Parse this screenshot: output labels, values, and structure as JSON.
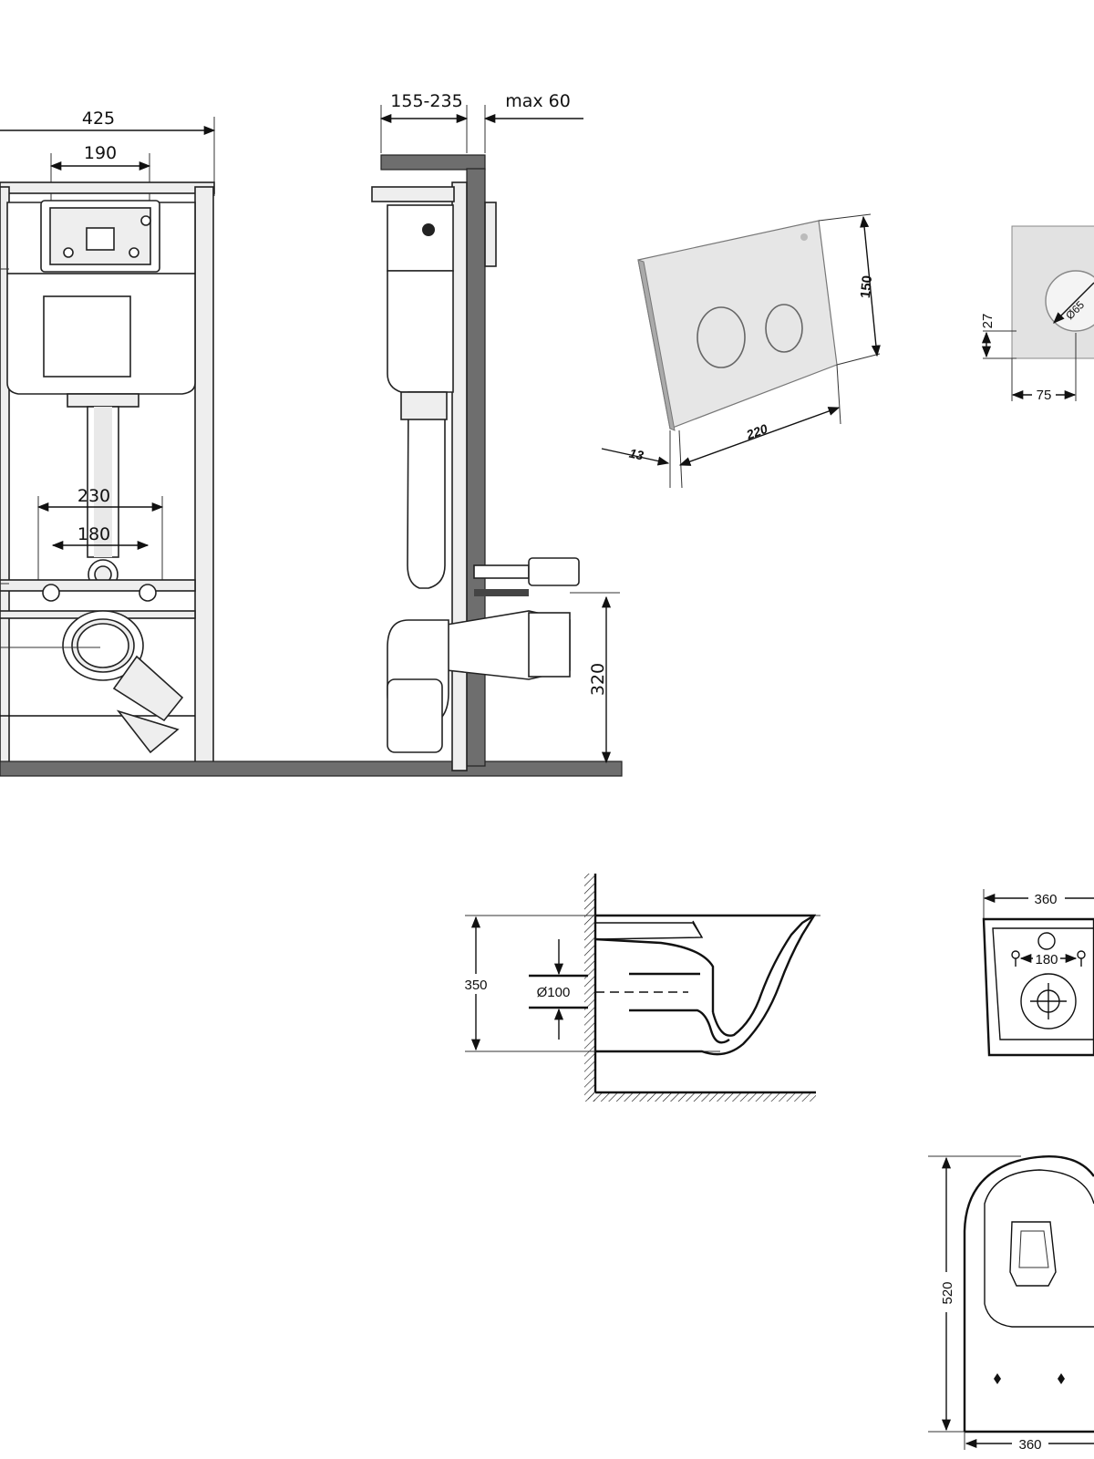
{
  "front_view": {
    "width_total": "425",
    "width_plate": "190",
    "width_bolts": "230",
    "width_inner_bolts": "180"
  },
  "side_view": {
    "depth_range": "155-235",
    "max_offset": "max 60",
    "outlet_height": "320"
  },
  "flush_plate": {
    "height": "150",
    "width": "220",
    "thickness": "13",
    "button_diameter": "Ø65",
    "button_offset_vertical": "27",
    "button_offset_horizontal": "75"
  },
  "bowl_side": {
    "height": "350",
    "outlet_diameter": "Ø100"
  },
  "bowl_rear": {
    "width": "360",
    "bolt_spacing": "180"
  },
  "bowl_top": {
    "length": "520",
    "width": "360"
  }
}
